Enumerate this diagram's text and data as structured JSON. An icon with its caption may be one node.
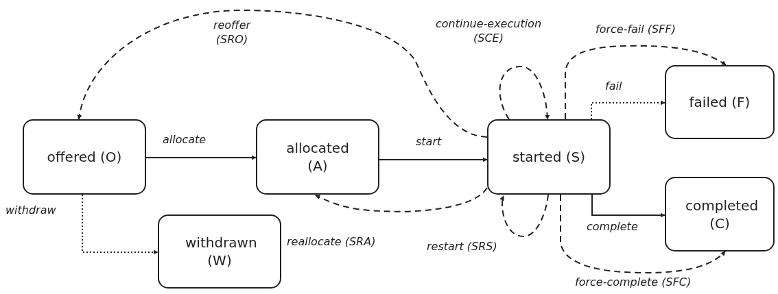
{
  "diagram": {
    "nodes": [
      {
        "text": [
          "offered (O)"
        ]
      },
      {
        "text": [
          "allocated (A)"
        ]
      },
      {
        "text": [
          "started (S)"
        ]
      },
      {
        "text": [
          "failed (F)"
        ]
      },
      {
        "text": [
          "completed (C)"
        ]
      },
      {
        "text": [
          "withdrawn (W)"
        ]
      }
    ],
    "edges": [
      {
        "from": 0,
        "to": 1,
        "arrow": "to",
        "label": "allocate"
      },
      {
        "from": 1,
        "to": 2,
        "arrow": "to",
        "label": "start"
      },
      {
        "from": 0,
        "to": 5,
        "arrow": "to",
        "label": "withdraw",
        "style": "dashed"
      },
      {
        "from": 2,
        "to": 0,
        "arrow": "to",
        "label": "reoffer (SRO)",
        "style": "dashed"
      },
      {
        "from": 2,
        "to": 2,
        "arrow": "to",
        "label": "continue-execution (SCE)",
        "style": "dashed"
      },
      {
        "from": 2,
        "to": 1,
        "arrow": "to",
        "label": "reallocate (SRA)",
        "style": "dashed"
      },
      {
        "from": 2,
        "to": 2,
        "arrow": "to",
        "label": "restart (SRS)",
        "style": "dashed"
      },
      {
        "from": 2,
        "to": 3,
        "arrow": "to",
        "label": "fail",
        "style": "dashed"
      },
      {
        "from": 2,
        "to": 3,
        "arrow": "to",
        "label": "force-fail (SFF)",
        "style": "dashed"
      },
      {
        "from": 2,
        "to": 4,
        "arrow": "to",
        "label": "complete"
      },
      {
        "from": 2,
        "to": 4,
        "arrow": "to",
        "label": "force-complete (SFC)",
        "style": "dashed"
      }
    ]
  }
}
